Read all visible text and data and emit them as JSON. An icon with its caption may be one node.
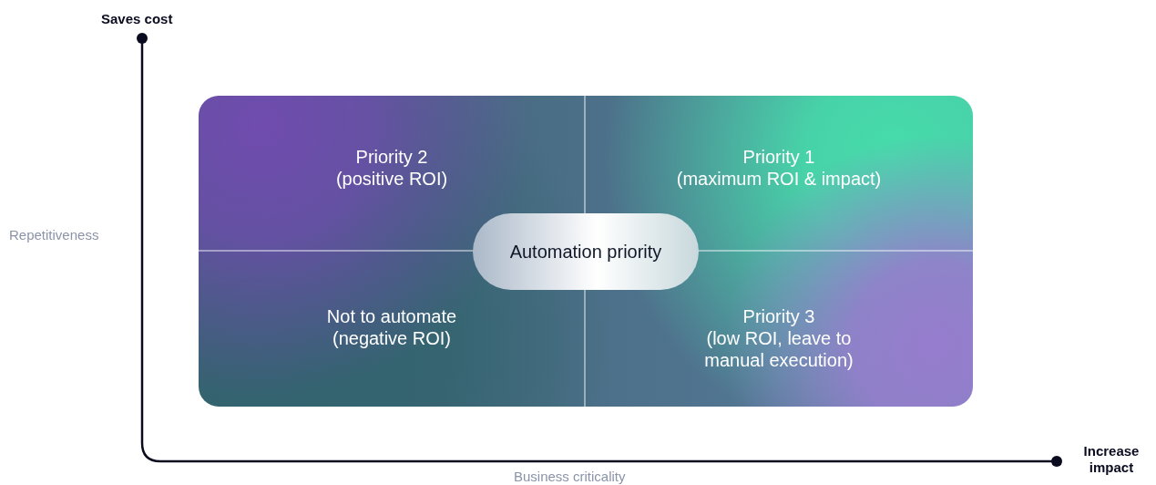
{
  "diagram": {
    "nodes": [
      {
        "text": [
          "Priority 2",
          "(positive ROI)"
        ]
      },
      {
        "text": [
          "Priority 1",
          "(maximum ROI & impact)"
        ]
      },
      {
        "text": [
          "Automation priority"
        ]
      },
      {
        "text": [
          "Not to automate",
          "(negative ROI)"
        ]
      },
      {
        "text": [
          "Priority 3",
          "(low ROI, leave to manual execution)"
        ]
      }
    ],
    "edges": [],
    "labels": [
      "Saves cost",
      "Repetitiveness",
      "Business criticality",
      "Increase impact"
    ]
  }
}
